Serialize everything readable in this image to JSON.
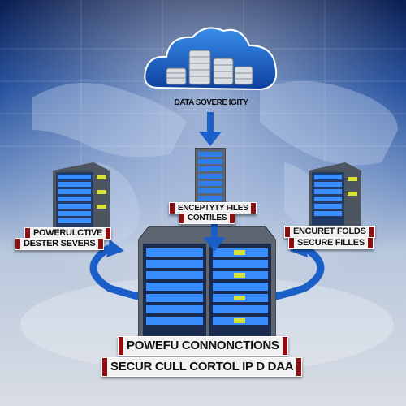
{
  "cloud": {
    "title": "DATA SOVERE IGITY"
  },
  "labels": {
    "center_top_1": "ENCEPTYTY FILES",
    "center_top_2": "CONTILES",
    "left_1": "POWERULCTIVE",
    "left_2": "DESTER SEVERS",
    "right_1": "ENCURET FOLDS",
    "right_2": "SECURE FILLES",
    "bottom_1": "POWEFU CONNONCTIONS",
    "bottom_2": "SECUR CULL CORTOL IP D DAA"
  },
  "colors": {
    "label_red": "#8e0f12",
    "arrow_blue": "#1a5fc8",
    "server_led_blue": "#3a8dff",
    "server_led_yellow": "#d8e03a"
  }
}
